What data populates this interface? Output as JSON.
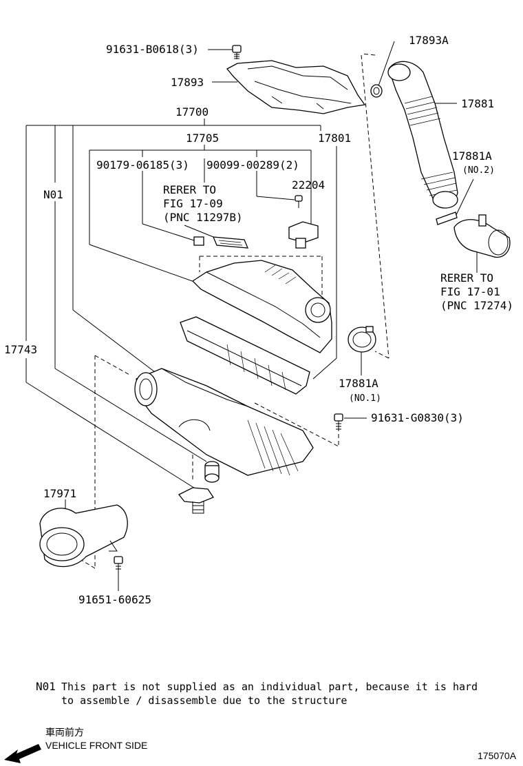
{
  "labels": {
    "bolt_top": "91631-B0618(3)",
    "p17893a": "17893A",
    "p17893": "17893",
    "p17881": "17881",
    "p17700": "17700",
    "p17705": "17705",
    "p17801": "17801",
    "p90179": "90179-06185(3)",
    "p90099": "90099-00289(2)",
    "p22204": "22204",
    "p17881a_no2": "17881A",
    "p17881a_no2_sub": "(NO.2)",
    "n01": "N01",
    "p17743": "17743",
    "p17881a_no1": "17881A",
    "p17881a_no1_sub": "(NO.1)",
    "bolt_right": "91631-G0830(3)",
    "p17971": "17971",
    "bolt_bottom": "91651-60625"
  },
  "refer_left": [
    "RERER TO",
    "FIG 17-09",
    "(PNC 11297B)"
  ],
  "refer_right": [
    "RERER TO",
    "FIG 17-01",
    "(PNC 17274)"
  ],
  "note": {
    "code": "N01",
    "line1": "This part is not supplied as an individual part, because it is hard",
    "line2": "to assemble / disassemble due to the structure"
  },
  "footer": {
    "direction_jp": "車両前方",
    "direction_en": "VEHICLE FRONT SIDE",
    "figure_id": "175070A"
  }
}
